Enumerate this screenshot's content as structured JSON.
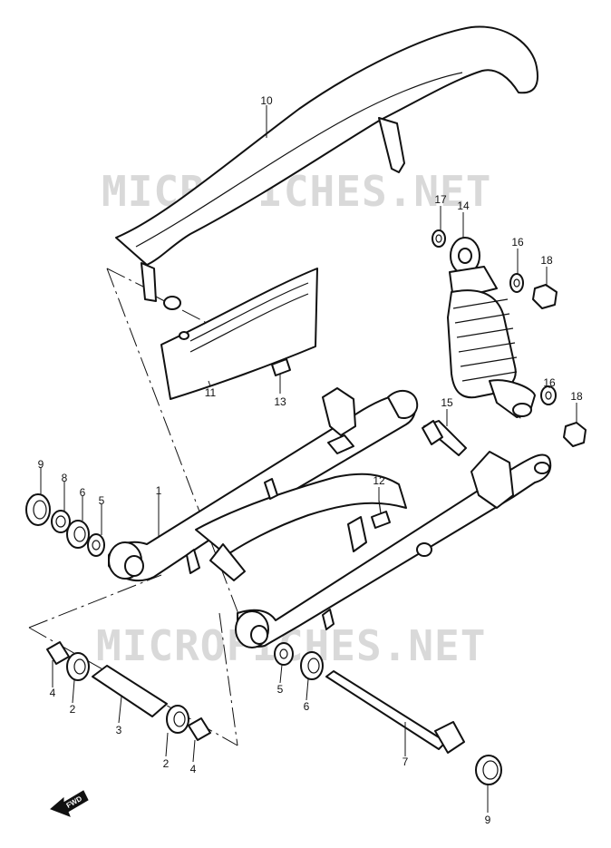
{
  "watermark": "MICROFICHES.NET",
  "fwd_label": "FWD",
  "callouts": {
    "c1": "1",
    "c2a": "2",
    "c2b": "2",
    "c3": "3",
    "c4a": "4",
    "c4b": "4",
    "c5a": "5",
    "c5b": "5",
    "c6a": "6",
    "c6b": "6",
    "c7": "7",
    "c8": "8",
    "c9a": "9",
    "c9b": "9",
    "c10": "10",
    "c11": "11",
    "c12": "12",
    "c13": "13",
    "c14": "14",
    "c15": "15",
    "c16a": "16",
    "c16b": "16",
    "c17": "17",
    "c18a": "18",
    "c18b": "18"
  }
}
